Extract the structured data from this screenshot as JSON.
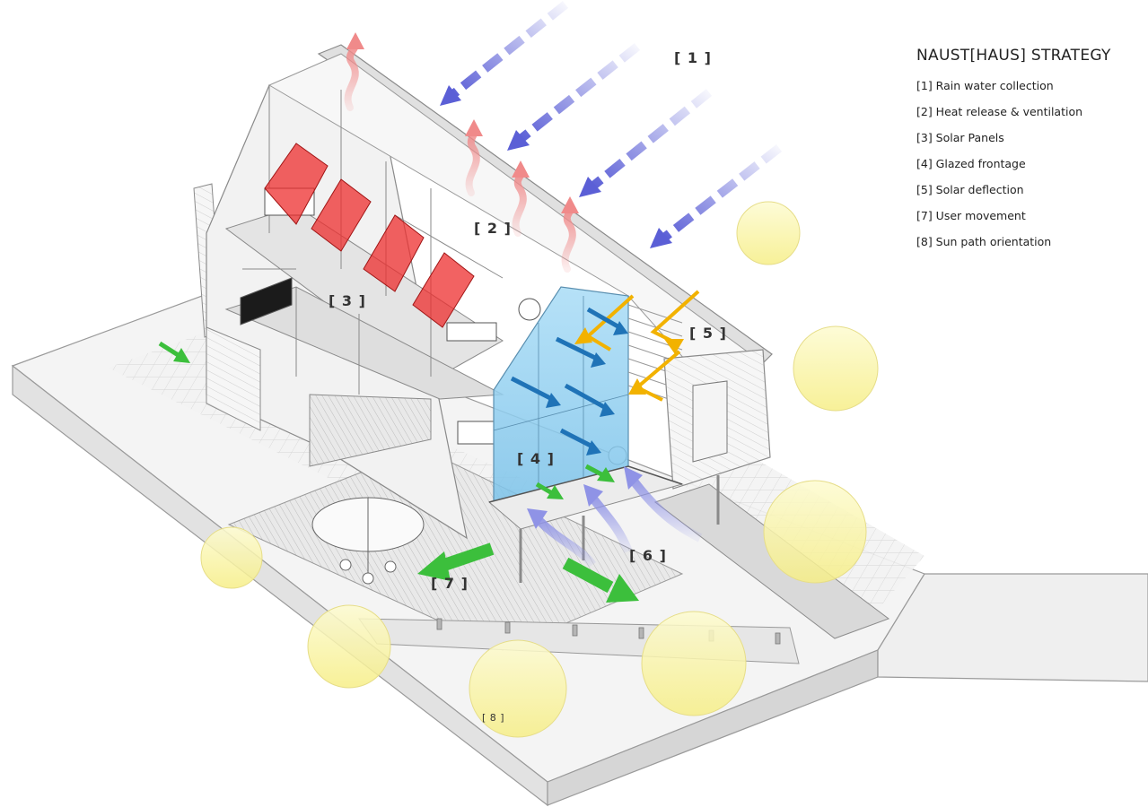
{
  "title": "NAUST[HAUS] STRATEGY",
  "legend": [
    "[1] Rain water collection",
    "[2] Heat release & ventilation",
    "[3] Solar Panels",
    "[4] Glazed frontage",
    "[5] Solar deflection",
    "[7] User movement",
    "[8] Sun path orientation"
  ],
  "callouts": {
    "c1": "[ 1 ]",
    "c2": "[ 2 ]",
    "c3": "[ 3 ]",
    "c4": "[ 4 ]",
    "c5": "[ 5 ]",
    "c6": "[ 6 ]",
    "c7": "[ 7 ]",
    "c8": "[ 8 ]"
  },
  "colors": {
    "rain_arrow": "#5b5fd6",
    "heat_arrow": "#f08a8a",
    "solar_panel": "#ee2d2d",
    "glazing": "#8fd0f2",
    "deflection_arrow": "#f2b200",
    "interior_arrow": "#1f73b7",
    "movement_arrow": "#3cbf3c",
    "ventilation_arrow": "#8f93e6",
    "sun": "#fbf6a4"
  },
  "icons": [
    "rain-arrow-icon",
    "heat-arrow-icon",
    "solar-deflection-arrow-icon",
    "movement-arrow-icon",
    "sun-icon"
  ]
}
